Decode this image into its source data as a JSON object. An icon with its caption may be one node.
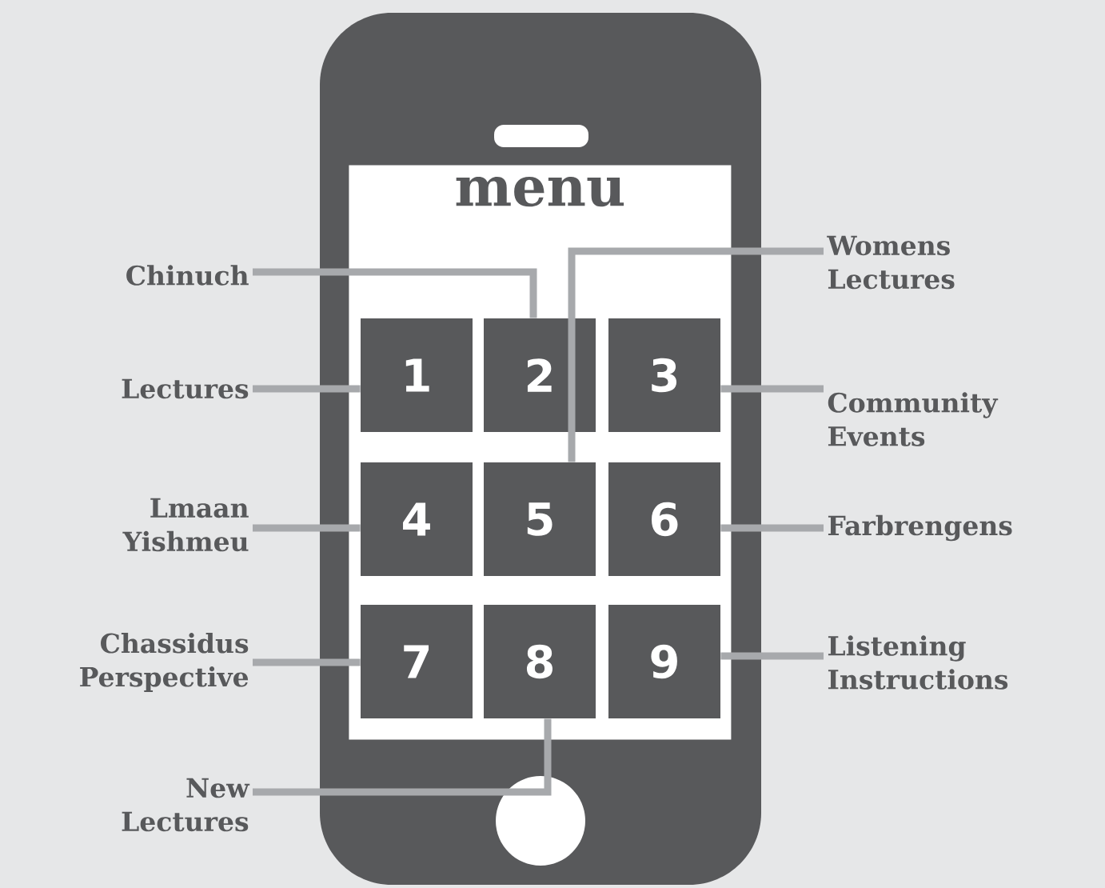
{
  "diagram": {
    "nodes": [
      {
        "text": [
          "menu"
        ]
      },
      {
        "text": [
          "1"
        ],
        "in": 0
      },
      {
        "text": [
          "2"
        ],
        "in": 0
      },
      {
        "text": [
          "3"
        ],
        "in": 0
      },
      {
        "text": [
          "4"
        ],
        "in": 0
      },
      {
        "text": [
          "5"
        ],
        "in": 0
      },
      {
        "text": [
          "6"
        ],
        "in": 0
      },
      {
        "text": [
          "7"
        ],
        "in": 0
      },
      {
        "text": [
          "8"
        ],
        "in": 0
      },
      {
        "text": [
          "9"
        ],
        "in": 0
      },
      {
        "text": [
          "Chinuch"
        ]
      },
      {
        "text": [
          "Lectures"
        ]
      },
      {
        "text": [
          "Lmaan Yishmeu"
        ]
      },
      {
        "text": [
          "Chassidus Perspective"
        ]
      },
      {
        "text": [
          "New Lectures"
        ]
      },
      {
        "text": [
          "Womens Lectures"
        ]
      },
      {
        "text": [
          "Community Events"
        ]
      },
      {
        "text": [
          "Farbrengens"
        ]
      },
      {
        "text": [
          "Listening Instructions"
        ]
      }
    ],
    "edges": [
      {
        "from": 10,
        "to": 2,
        "arrow": "none"
      },
      {
        "from": 11,
        "to": 1,
        "arrow": "none"
      },
      {
        "from": 12,
        "to": 4,
        "arrow": "none"
      },
      {
        "from": 13,
        "to": 7,
        "arrow": "none"
      },
      {
        "from": 14,
        "to": 8,
        "arrow": "none"
      },
      {
        "from": 15,
        "to": 5,
        "arrow": "none"
      },
      {
        "from": 16,
        "to": 3,
        "arrow": "none"
      },
      {
        "from": 17,
        "to": 6,
        "arrow": "none"
      },
      {
        "from": 18,
        "to": 9,
        "arrow": "none"
      }
    ]
  }
}
